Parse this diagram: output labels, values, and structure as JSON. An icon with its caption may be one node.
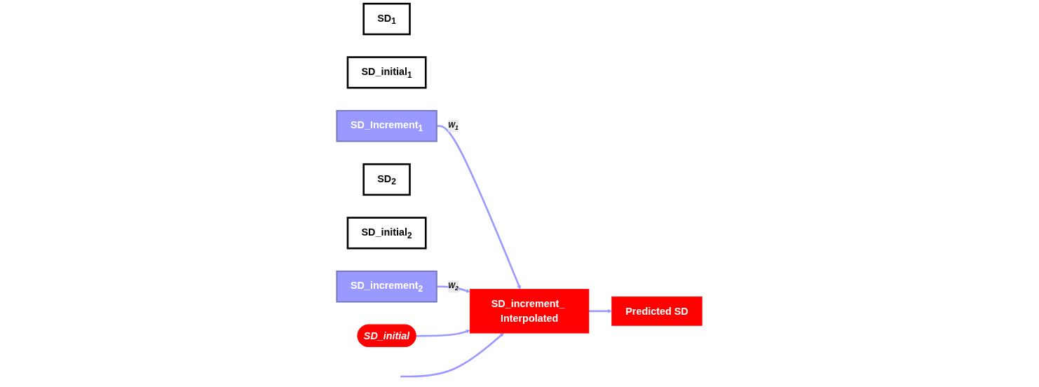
{
  "diagram": {
    "nodes": [
      {
        "text": [
          "SD$_{1}$"
        ]
      },
      {
        "text": [
          "SD_initial$_{1}$"
        ]
      },
      {
        "text": [
          "SD_Increment$_{1}$"
        ]
      },
      {
        "text": [
          "SD$_{2}$"
        ]
      },
      {
        "text": [
          "SD_initial$_{2}$"
        ]
      },
      {
        "text": [
          "SD_increment$_{2}$"
        ]
      },
      {
        "text": [
          "SD_initial"
        ]
      },
      {
        "text": [
          "SD_increment_ Interpolated"
        ]
      },
      {
        "text": [
          "Predicted SD"
        ]
      }
    ],
    "edges": [
      {
        "from": 2,
        "to": 7,
        "arrow": "to",
        "label": "W$_{1}$"
      },
      {
        "from": 5,
        "to": 7,
        "arrow": "to",
        "label": "W$_{2}$"
      },
      {
        "from": 6,
        "to": 7,
        "arrow": "to"
      },
      {
        "from": 7,
        "to": 8,
        "arrow": "to"
      },
      {
        "from": null,
        "to": 7,
        "arrow": "to"
      }
    ]
  }
}
